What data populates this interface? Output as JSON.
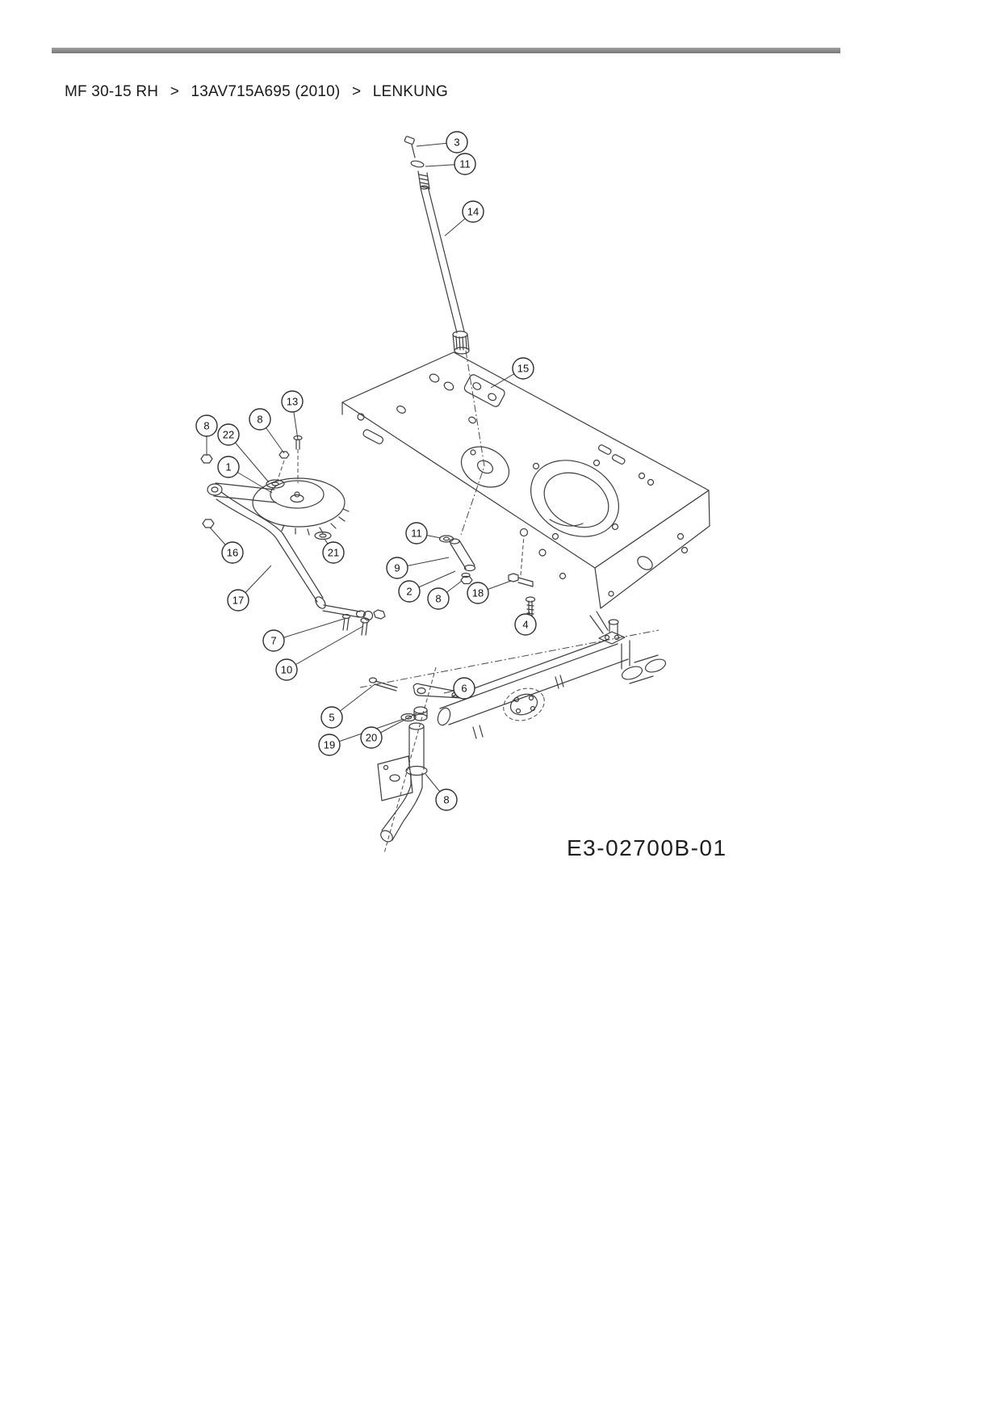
{
  "breadcrumb": {
    "items": [
      "MF 30-15 RH",
      "13AV715A695 (2010)",
      "LENKUNG"
    ],
    "separator": ">"
  },
  "diagram": {
    "code": "E3-02700B-01",
    "callouts": [
      "3",
      "11",
      "14",
      "15",
      "13",
      "8",
      "8",
      "22",
      "1",
      "16",
      "21",
      "11",
      "9",
      "2",
      "8",
      "18",
      "4",
      "17",
      "7",
      "10",
      "5",
      "6",
      "19",
      "20",
      "8"
    ]
  }
}
